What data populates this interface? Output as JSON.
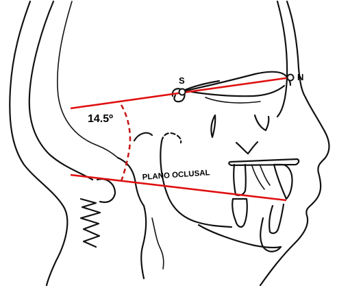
{
  "points": {
    "s_label": "S",
    "n_label": "N"
  },
  "angle": {
    "value_label": "14.5º"
  },
  "occlusal_plane": {
    "label": "PLANO OCLUSAL"
  },
  "colors": {
    "reference_line": "#e01010",
    "angle_arc": "#c61818",
    "tracing": "#111111"
  }
}
